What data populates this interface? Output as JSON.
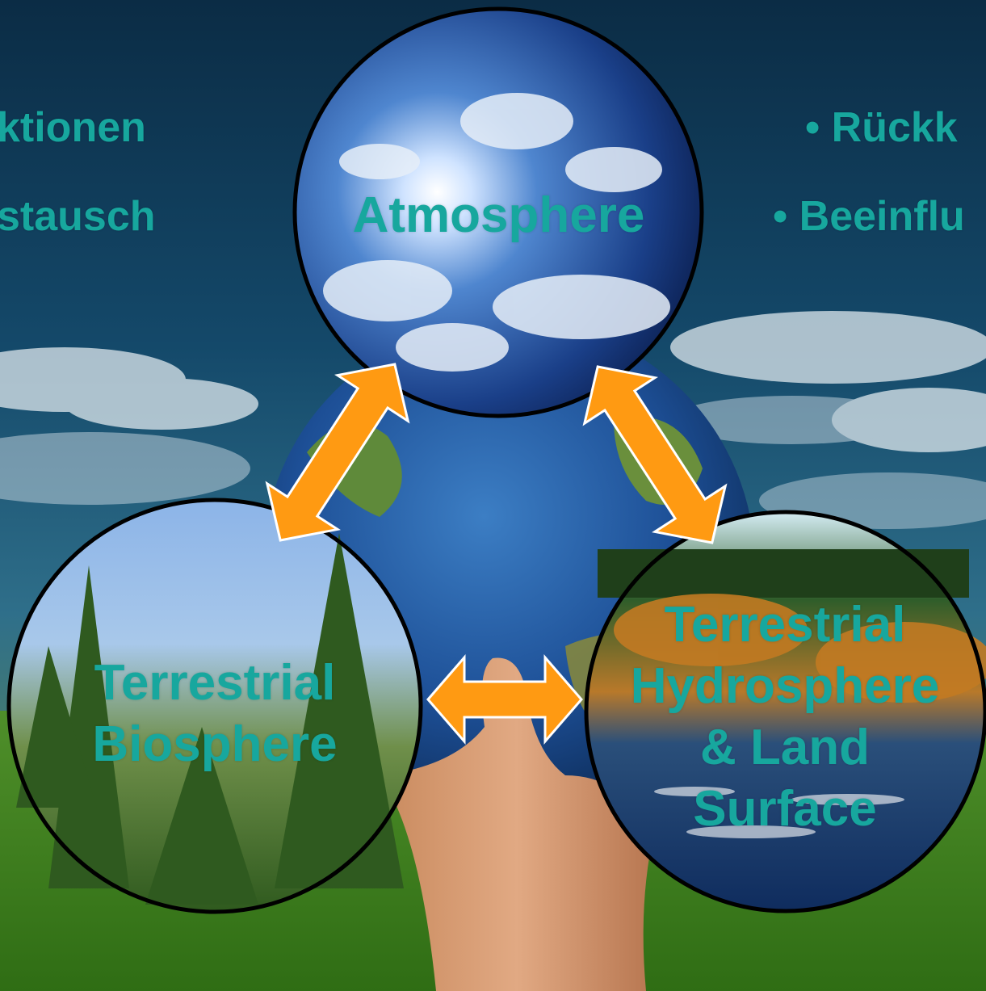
{
  "colors": {
    "label": "#17a79e",
    "arrow": "#ff9a12",
    "sky_top": "#0c2e47",
    "sky_mid": "#1d5a7c",
    "grass": "#3f8a1f"
  },
  "left_bullets": [
    "ktionen",
    "stausch"
  ],
  "right_bullets": [
    "• Rückk",
    "• Beeinflu"
  ],
  "spheres": {
    "atmosphere": {
      "lines": [
        "Atmosphere"
      ]
    },
    "biosphere": {
      "lines": [
        "Terrestrial",
        "Biosphere"
      ]
    },
    "hydrosphere": {
      "lines": [
        "Terrestrial",
        "Hydrosphere",
        "& Land",
        "Surface"
      ]
    }
  },
  "arrows": [
    {
      "from": "atmosphere",
      "to": "biosphere",
      "icon": "double-arrow"
    },
    {
      "from": "atmosphere",
      "to": "hydrosphere",
      "icon": "double-arrow"
    },
    {
      "from": "biosphere",
      "to": "hydrosphere",
      "icon": "double-arrow"
    }
  ]
}
